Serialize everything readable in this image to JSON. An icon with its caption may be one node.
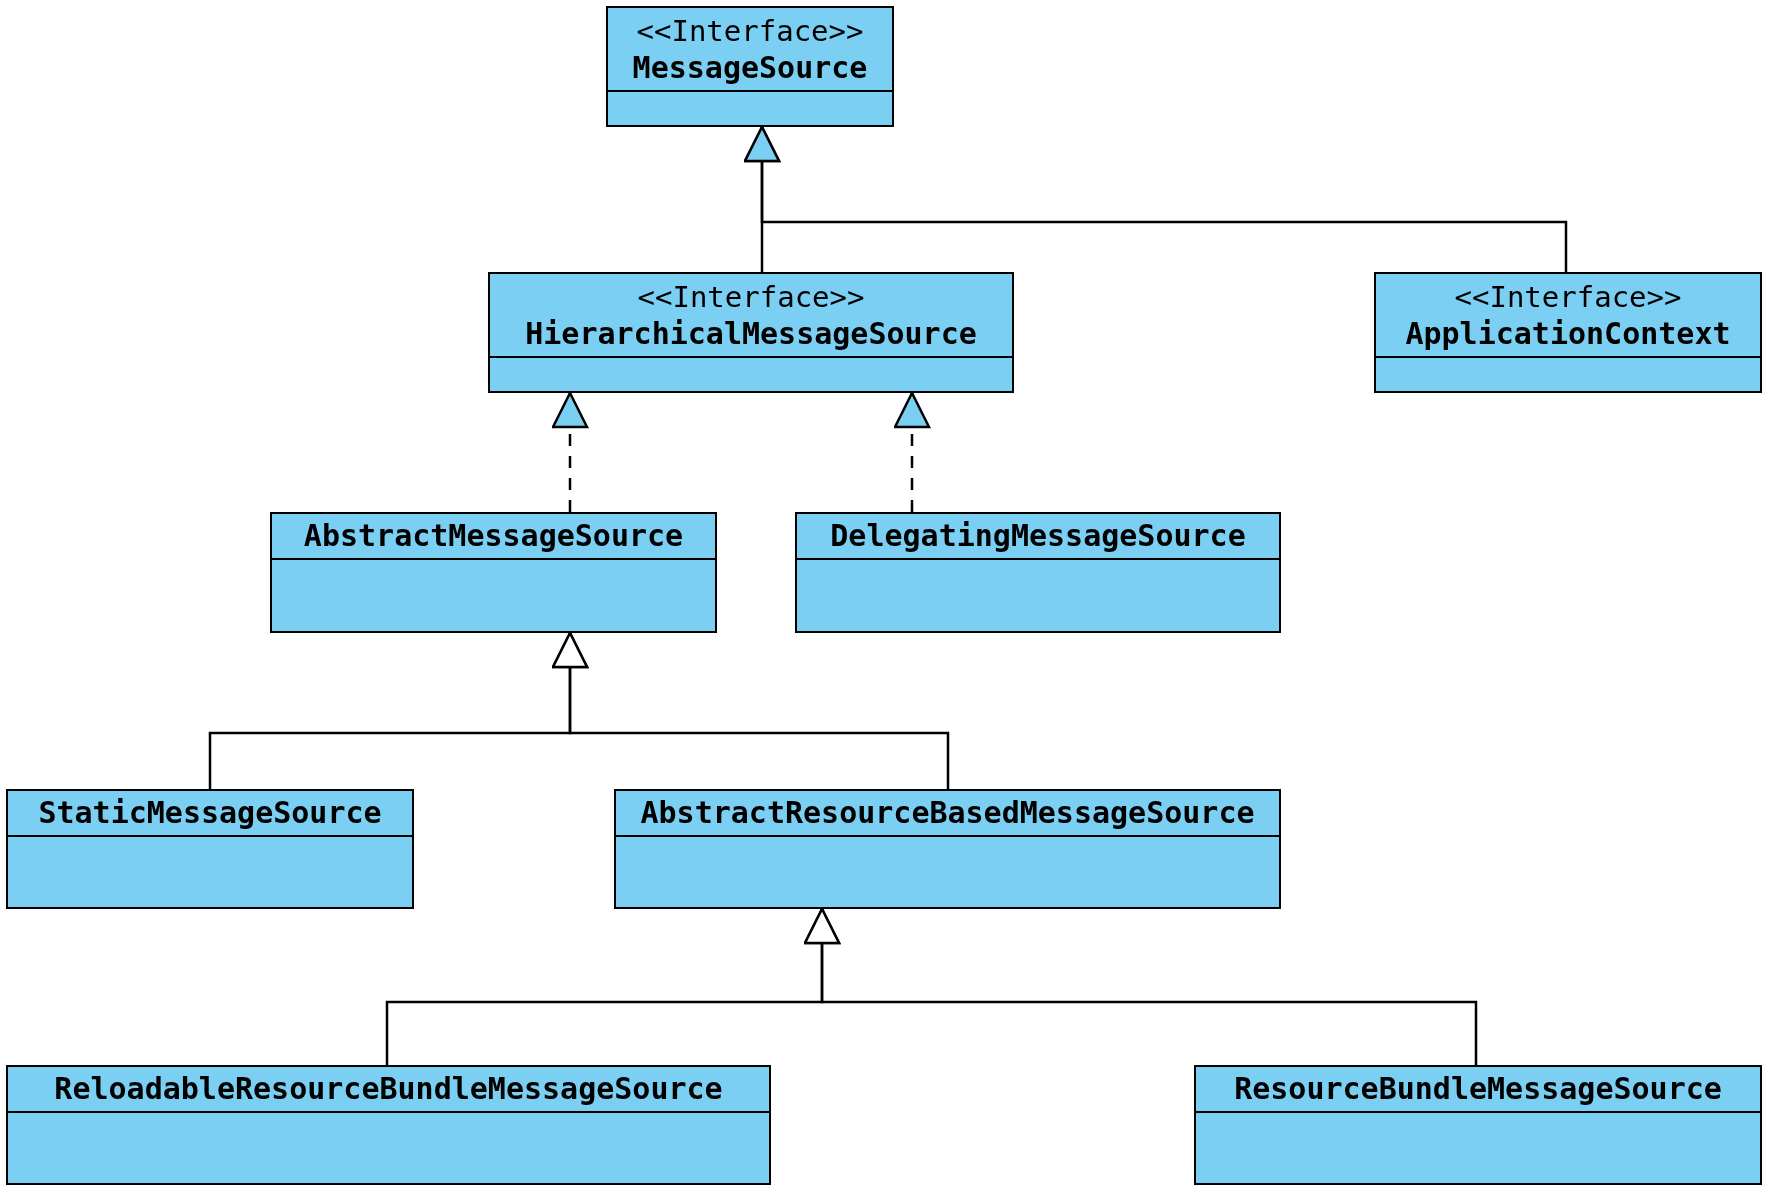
{
  "diagram": {
    "nodes": [
      {
        "text": [
          "<<Interface>>",
          "MessageSource"
        ]
      },
      {
        "text": [
          "<<Interface>>",
          "HierarchicalMessageSource"
        ]
      },
      {
        "text": [
          "<<Interface>>",
          "ApplicationContext"
        ]
      },
      {
        "text": [
          "AbstractMessageSource"
        ]
      },
      {
        "text": [
          "DelegatingMessageSource"
        ]
      },
      {
        "text": [
          "StaticMessageSource"
        ]
      },
      {
        "text": [
          "AbstractResourceBasedMessageSource"
        ]
      },
      {
        "text": [
          "ReloadableResourceBundleMessageSource"
        ]
      },
      {
        "text": [
          "ResourceBundleMessageSource"
        ]
      }
    ],
    "edges": [
      {
        "from": 1,
        "to": 0,
        "arrow": "to"
      },
      {
        "from": 2,
        "to": 0,
        "arrow": "to"
      },
      {
        "from": 3,
        "to": 1,
        "arrow": "to",
        "style": "dashed"
      },
      {
        "from": 4,
        "to": 1,
        "arrow": "to",
        "style": "dashed"
      },
      {
        "from": 5,
        "to": 3,
        "arrow": "to"
      },
      {
        "from": 6,
        "to": 3,
        "arrow": "to"
      },
      {
        "from": 7,
        "to": 6,
        "arrow": "to"
      },
      {
        "from": 8,
        "to": 6,
        "arrow": "to"
      }
    ]
  }
}
